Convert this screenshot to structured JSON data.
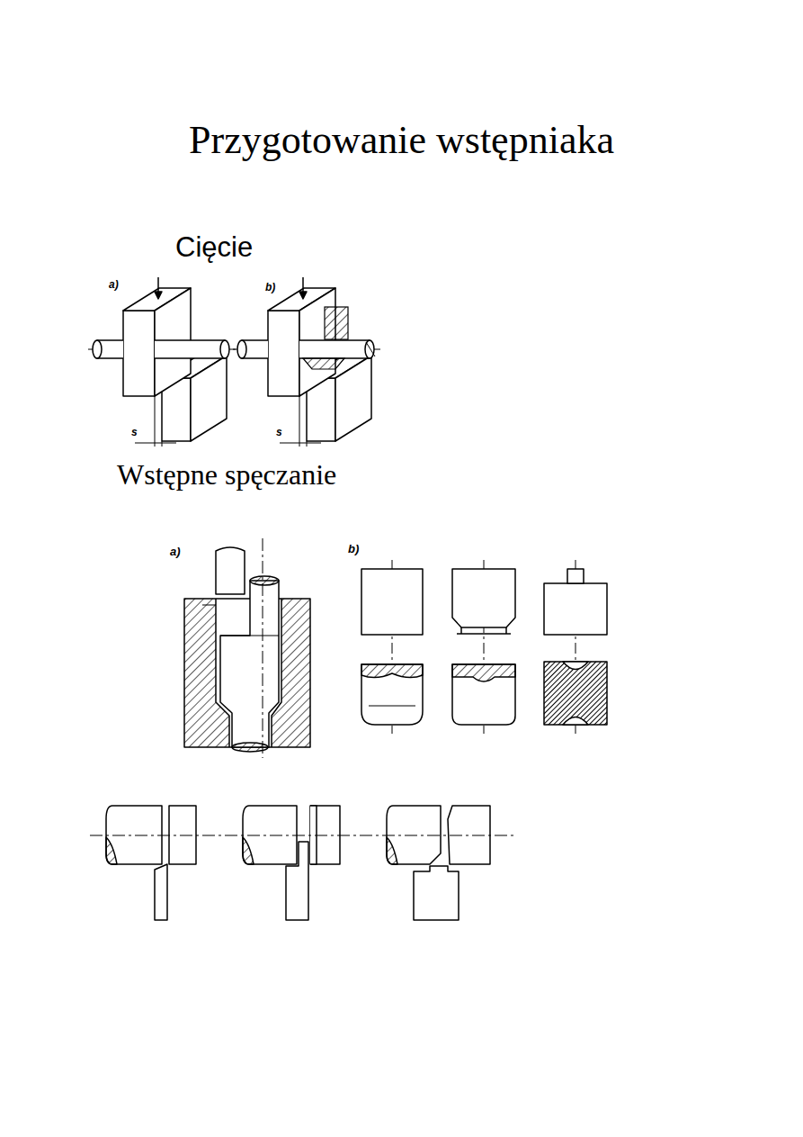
{
  "diagram": {
    "title": "Przygotowanie wstępniaka",
    "labels": [
      "Cięcie",
      "a)",
      "b)",
      "s",
      "s",
      "Wstępne spęczanie",
      "a)",
      "b)"
    ]
  }
}
